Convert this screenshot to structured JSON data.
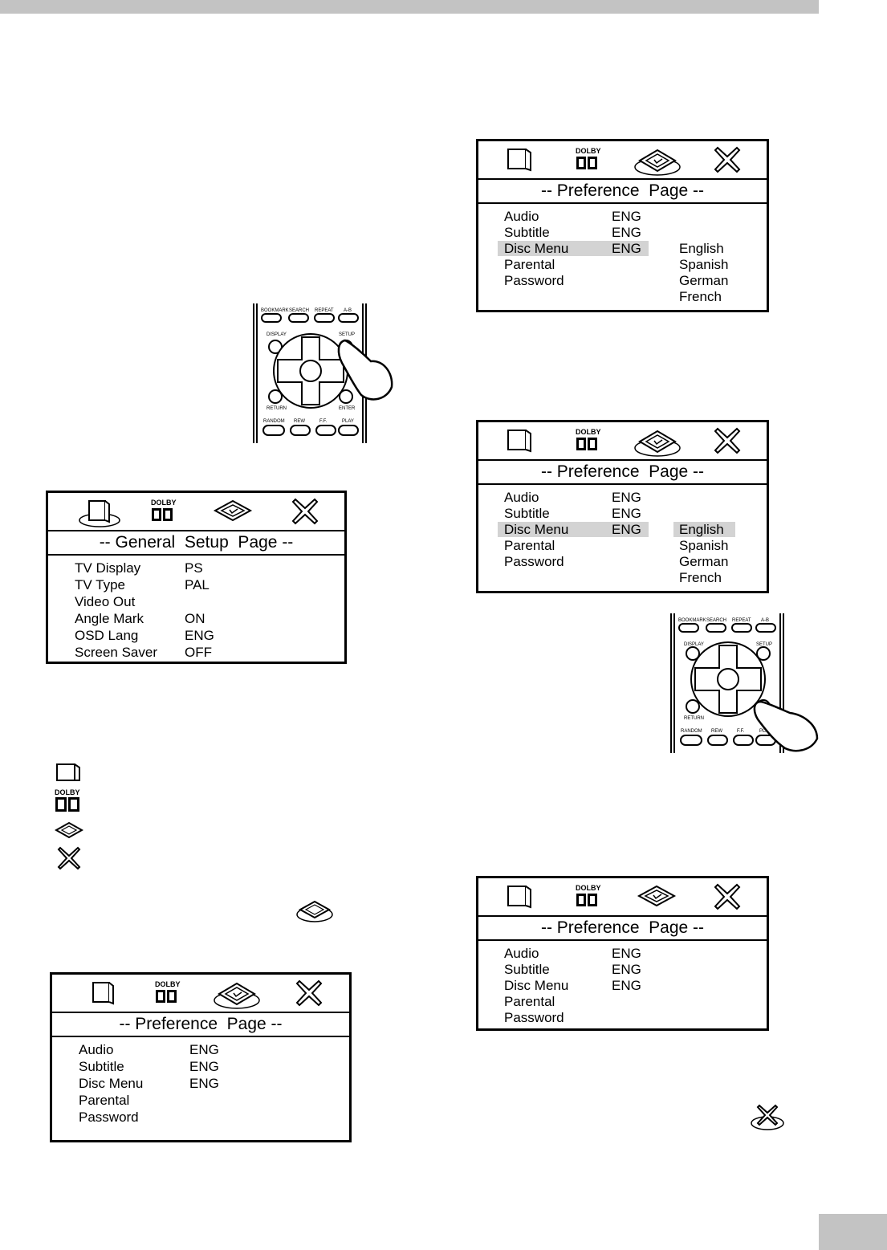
{
  "osd_menus": {
    "general": {
      "title": "-- General  Setup  Page --",
      "dolby": "DOLBY",
      "items": [
        {
          "label": "TV Display",
          "value": "PS"
        },
        {
          "label": "TV Type",
          "value": "PAL"
        },
        {
          "label": "Video Out",
          "value": ""
        },
        {
          "label": "Angle Mark",
          "value": "ON"
        },
        {
          "label": "OSD Lang",
          "value": "ENG"
        },
        {
          "label": "Screen Saver",
          "value": "OFF"
        }
      ]
    },
    "pref_left": {
      "title": "-- Preference  Page --",
      "dolby": "DOLBY",
      "items": [
        {
          "label": "Audio",
          "value": "ENG"
        },
        {
          "label": "Subtitle",
          "value": "ENG"
        },
        {
          "label": "Disc Menu",
          "value": "ENG"
        },
        {
          "label": "Parental",
          "value": ""
        },
        {
          "label": "Password",
          "value": ""
        }
      ]
    },
    "pref_top": {
      "title": "-- Preference  Page --",
      "dolby": "DOLBY",
      "items": [
        {
          "label": "Audio",
          "value": "ENG"
        },
        {
          "label": "Subtitle",
          "value": "ENG"
        },
        {
          "label": "Disc Menu",
          "value": "ENG"
        },
        {
          "label": "Parental",
          "value": ""
        },
        {
          "label": "Password",
          "value": ""
        }
      ],
      "options": [
        "English",
        "Spanish",
        "German",
        "French"
      ]
    },
    "pref_mid": {
      "title": "-- Preference  Page --",
      "dolby": "DOLBY",
      "items": [
        {
          "label": "Audio",
          "value": "ENG"
        },
        {
          "label": "Subtitle",
          "value": "ENG"
        },
        {
          "label": "Disc Menu",
          "value": "ENG"
        },
        {
          "label": "Parental",
          "value": ""
        },
        {
          "label": "Password",
          "value": ""
        }
      ],
      "options": [
        "English",
        "Spanish",
        "German",
        "French"
      ]
    },
    "pref_bottom": {
      "title": "-- Preference  Page --",
      "dolby": "DOLBY",
      "items": [
        {
          "label": "Audio",
          "value": "ENG"
        },
        {
          "label": "Subtitle",
          "value": "ENG"
        },
        {
          "label": "Disc Menu",
          "value": "ENG"
        },
        {
          "label": "Parental",
          "value": ""
        },
        {
          "label": "Password",
          "value": ""
        }
      ]
    }
  },
  "remote": {
    "row1": [
      "BOOKMARK",
      "SEARCH",
      "REPEAT",
      "A-B"
    ],
    "display": "DISPLAY",
    "setup": "SETUP",
    "return": "RETURN",
    "enter": "ENTER",
    "row3": [
      "RANDOM",
      "REW",
      "F.F.",
      "PLAY"
    ]
  },
  "legend": {
    "dolby": "DOLBY"
  }
}
